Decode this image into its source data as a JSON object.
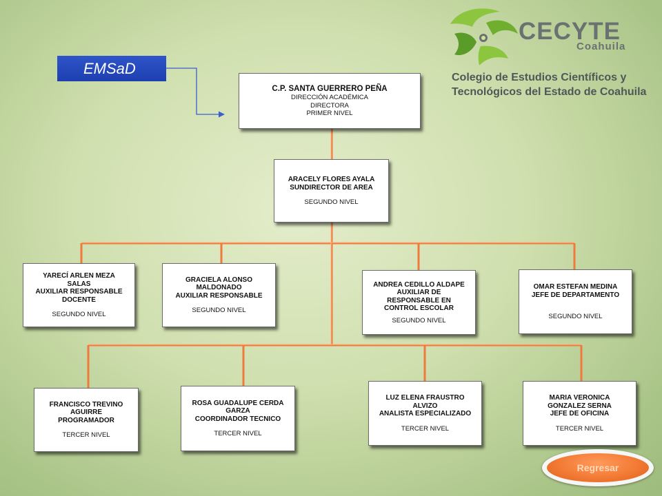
{
  "header": {
    "badge": "EMSaD",
    "logo": {
      "word": "CECYTE",
      "region": "Coahuila"
    },
    "institution": [
      "Colegio de Estudios Científicos y",
      "Tecnológicos del Estado de Coahuila"
    ]
  },
  "org_chart": {
    "director": [
      "C.P. SANTA GUERRERO PEÑA",
      "DIRECCIÓN ACADÉMICA",
      "DIRECTORA",
      "PRIMER NIVEL"
    ],
    "subdirector": [
      "ARACELY FLORES AYALA",
      "SUNDIRECTOR DE AREA",
      "SEGUNDO NIVEL"
    ],
    "second_level": [
      [
        "YARECÍ ARLEN MEZA",
        "SALAS",
        "AUXILIAR RESPONSABLE",
        "DOCENTE",
        "SEGUNDO NIVEL"
      ],
      [
        "GRACIELA ALONSO",
        "MALDONADO",
        "AUXILIAR RESPONSABLE",
        "SEGUNDO NIVEL"
      ],
      [
        "ANDREA CEDILLO ALDAPE",
        "AUXILIAR DE",
        "RESPONSABLE EN",
        "CONTROL ESCOLAR",
        "SEGUNDO NIVEL"
      ],
      [
        "OMAR ESTEFAN MEDINA",
        "JEFE DE DEPARTAMENTO",
        "SEGUNDO NIVEL"
      ]
    ],
    "third_level": [
      [
        "FRANCISCO TREVINO",
        "AGUIRRE",
        "PROGRAMADOR",
        "TERCER NIVEL"
      ],
      [
        "ROSA GUADALUPE CERDA",
        "GARZA",
        "COORDINADOR TECNICO",
        "TERCER NIVEL"
      ],
      [
        "LUZ ELENA FRAUSTRO",
        "ALVIZO",
        "ANALISTA ESPECIALIZADO",
        "TERCER NIVEL"
      ],
      [
        "MARIA VERONICA",
        "GONZALEZ SERNA",
        "JEFE DE OFICINA",
        "TERCER NIVEL"
      ]
    ]
  },
  "colors": {
    "connector": "#f07a3c",
    "badge": "#2447bd",
    "arrow": "#3a5fcf"
  },
  "back_button": {
    "label": "Regresar"
  }
}
